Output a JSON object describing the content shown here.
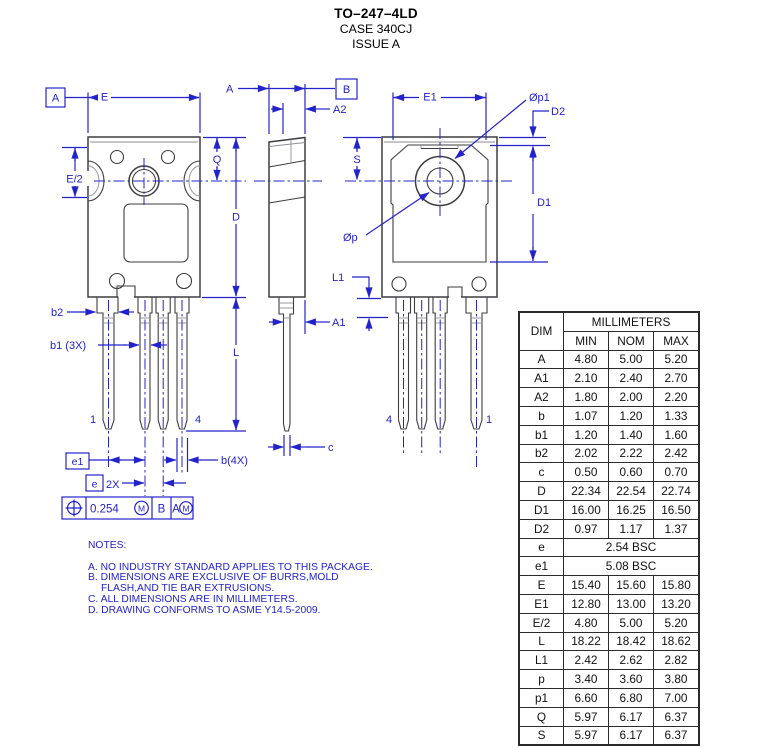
{
  "title": {
    "line1": "TO–247–4LD",
    "line2": "CASE 340CJ",
    "line3": "ISSUE A"
  },
  "colors": {
    "dimension_blue": "#2323cc",
    "outline_gray": "#3e3e42"
  },
  "dims": {
    "datum_a": "A",
    "datum_b": "B",
    "E": "E",
    "Q": "Q",
    "D": "D",
    "E_half": "E/2",
    "b2": "b2",
    "b1_3x": "b1 (3X)",
    "pin1": "1",
    "pin4": "4",
    "L": "L",
    "e1": "e1",
    "b_4x": "b(4X)",
    "e": "e",
    "two_x": "2X",
    "A": "A",
    "A2": "A2",
    "A1": "A1",
    "c": "c",
    "E1": "E1",
    "p1": "Øp1",
    "D2": "D2",
    "D1": "D1",
    "S": "S",
    "p": "Øp",
    "L1": "L1"
  },
  "tolerance_frame": {
    "value": "0.254",
    "modifier": "M",
    "datum_b": "B",
    "datum_a": "A"
  },
  "notes": {
    "heading": "NOTES:",
    "items": [
      {
        "text": "A. NO INDUSTRY STANDARD APPLIES TO THIS PACKAGE.",
        "indent": false
      },
      {
        "text": "B. DIMENSIONS ARE EXCLUSIVE OF BURRS,MOLD",
        "indent": false
      },
      {
        "text": "FLASH,AND TIE BAR EXTRUSIONS.",
        "indent": true
      },
      {
        "text": "C. ALL DIMENSIONS ARE IN MILLIMETERS.",
        "indent": false
      },
      {
        "text": "D. DRAWING CONFORMS TO ASME Y14.5-2009.",
        "indent": false
      }
    ]
  },
  "table": {
    "dim_header": "DIM",
    "unit_header": "MILLIMETERS",
    "col_headers": [
      "MIN",
      "NOM",
      "MAX"
    ],
    "rows": [
      {
        "dim": "A",
        "min": "4.80",
        "nom": "5.00",
        "max": "5.20"
      },
      {
        "dim": "A1",
        "min": "2.10",
        "nom": "2.40",
        "max": "2.70"
      },
      {
        "dim": "A2",
        "min": "1.80",
        "nom": "2.00",
        "max": "2.20"
      },
      {
        "dim": "b",
        "min": "1.07",
        "nom": "1.20",
        "max": "1.33"
      },
      {
        "dim": "b1",
        "min": "1.20",
        "nom": "1.40",
        "max": "1.60"
      },
      {
        "dim": "b2",
        "min": "2.02",
        "nom": "2.22",
        "max": "2.42"
      },
      {
        "dim": "c",
        "min": "0.50",
        "nom": "0.60",
        "max": "0.70"
      },
      {
        "dim": "D",
        "min": "22.34",
        "nom": "22.54",
        "max": "22.74"
      },
      {
        "dim": "D1",
        "min": "16.00",
        "nom": "16.25",
        "max": "16.50"
      },
      {
        "dim": "D2",
        "min": "0.97",
        "nom": "1.17",
        "max": "1.37"
      },
      {
        "dim": "e",
        "span": "2.54 BSC"
      },
      {
        "dim": "e1",
        "span": "5.08 BSC"
      },
      {
        "dim": "E",
        "min": "15.40",
        "nom": "15.60",
        "max": "15.80"
      },
      {
        "dim": "E1",
        "min": "12.80",
        "nom": "13.00",
        "max": "13.20"
      },
      {
        "dim": "E/2",
        "min": "4.80",
        "nom": "5.00",
        "max": "5.20"
      },
      {
        "dim": "L",
        "min": "18.22",
        "nom": "18.42",
        "max": "18.62"
      },
      {
        "dim": "L1",
        "min": "2.42",
        "nom": "2.62",
        "max": "2.82"
      },
      {
        "dim": "p",
        "min": "3.40",
        "nom": "3.60",
        "max": "3.80"
      },
      {
        "dim": "p1",
        "min": "6.60",
        "nom": "6.80",
        "max": "7.00"
      },
      {
        "dim": "Q",
        "min": "5.97",
        "nom": "6.17",
        "max": "6.37"
      },
      {
        "dim": "S",
        "min": "5.97",
        "nom": "6.17",
        "max": "6.37"
      }
    ]
  }
}
